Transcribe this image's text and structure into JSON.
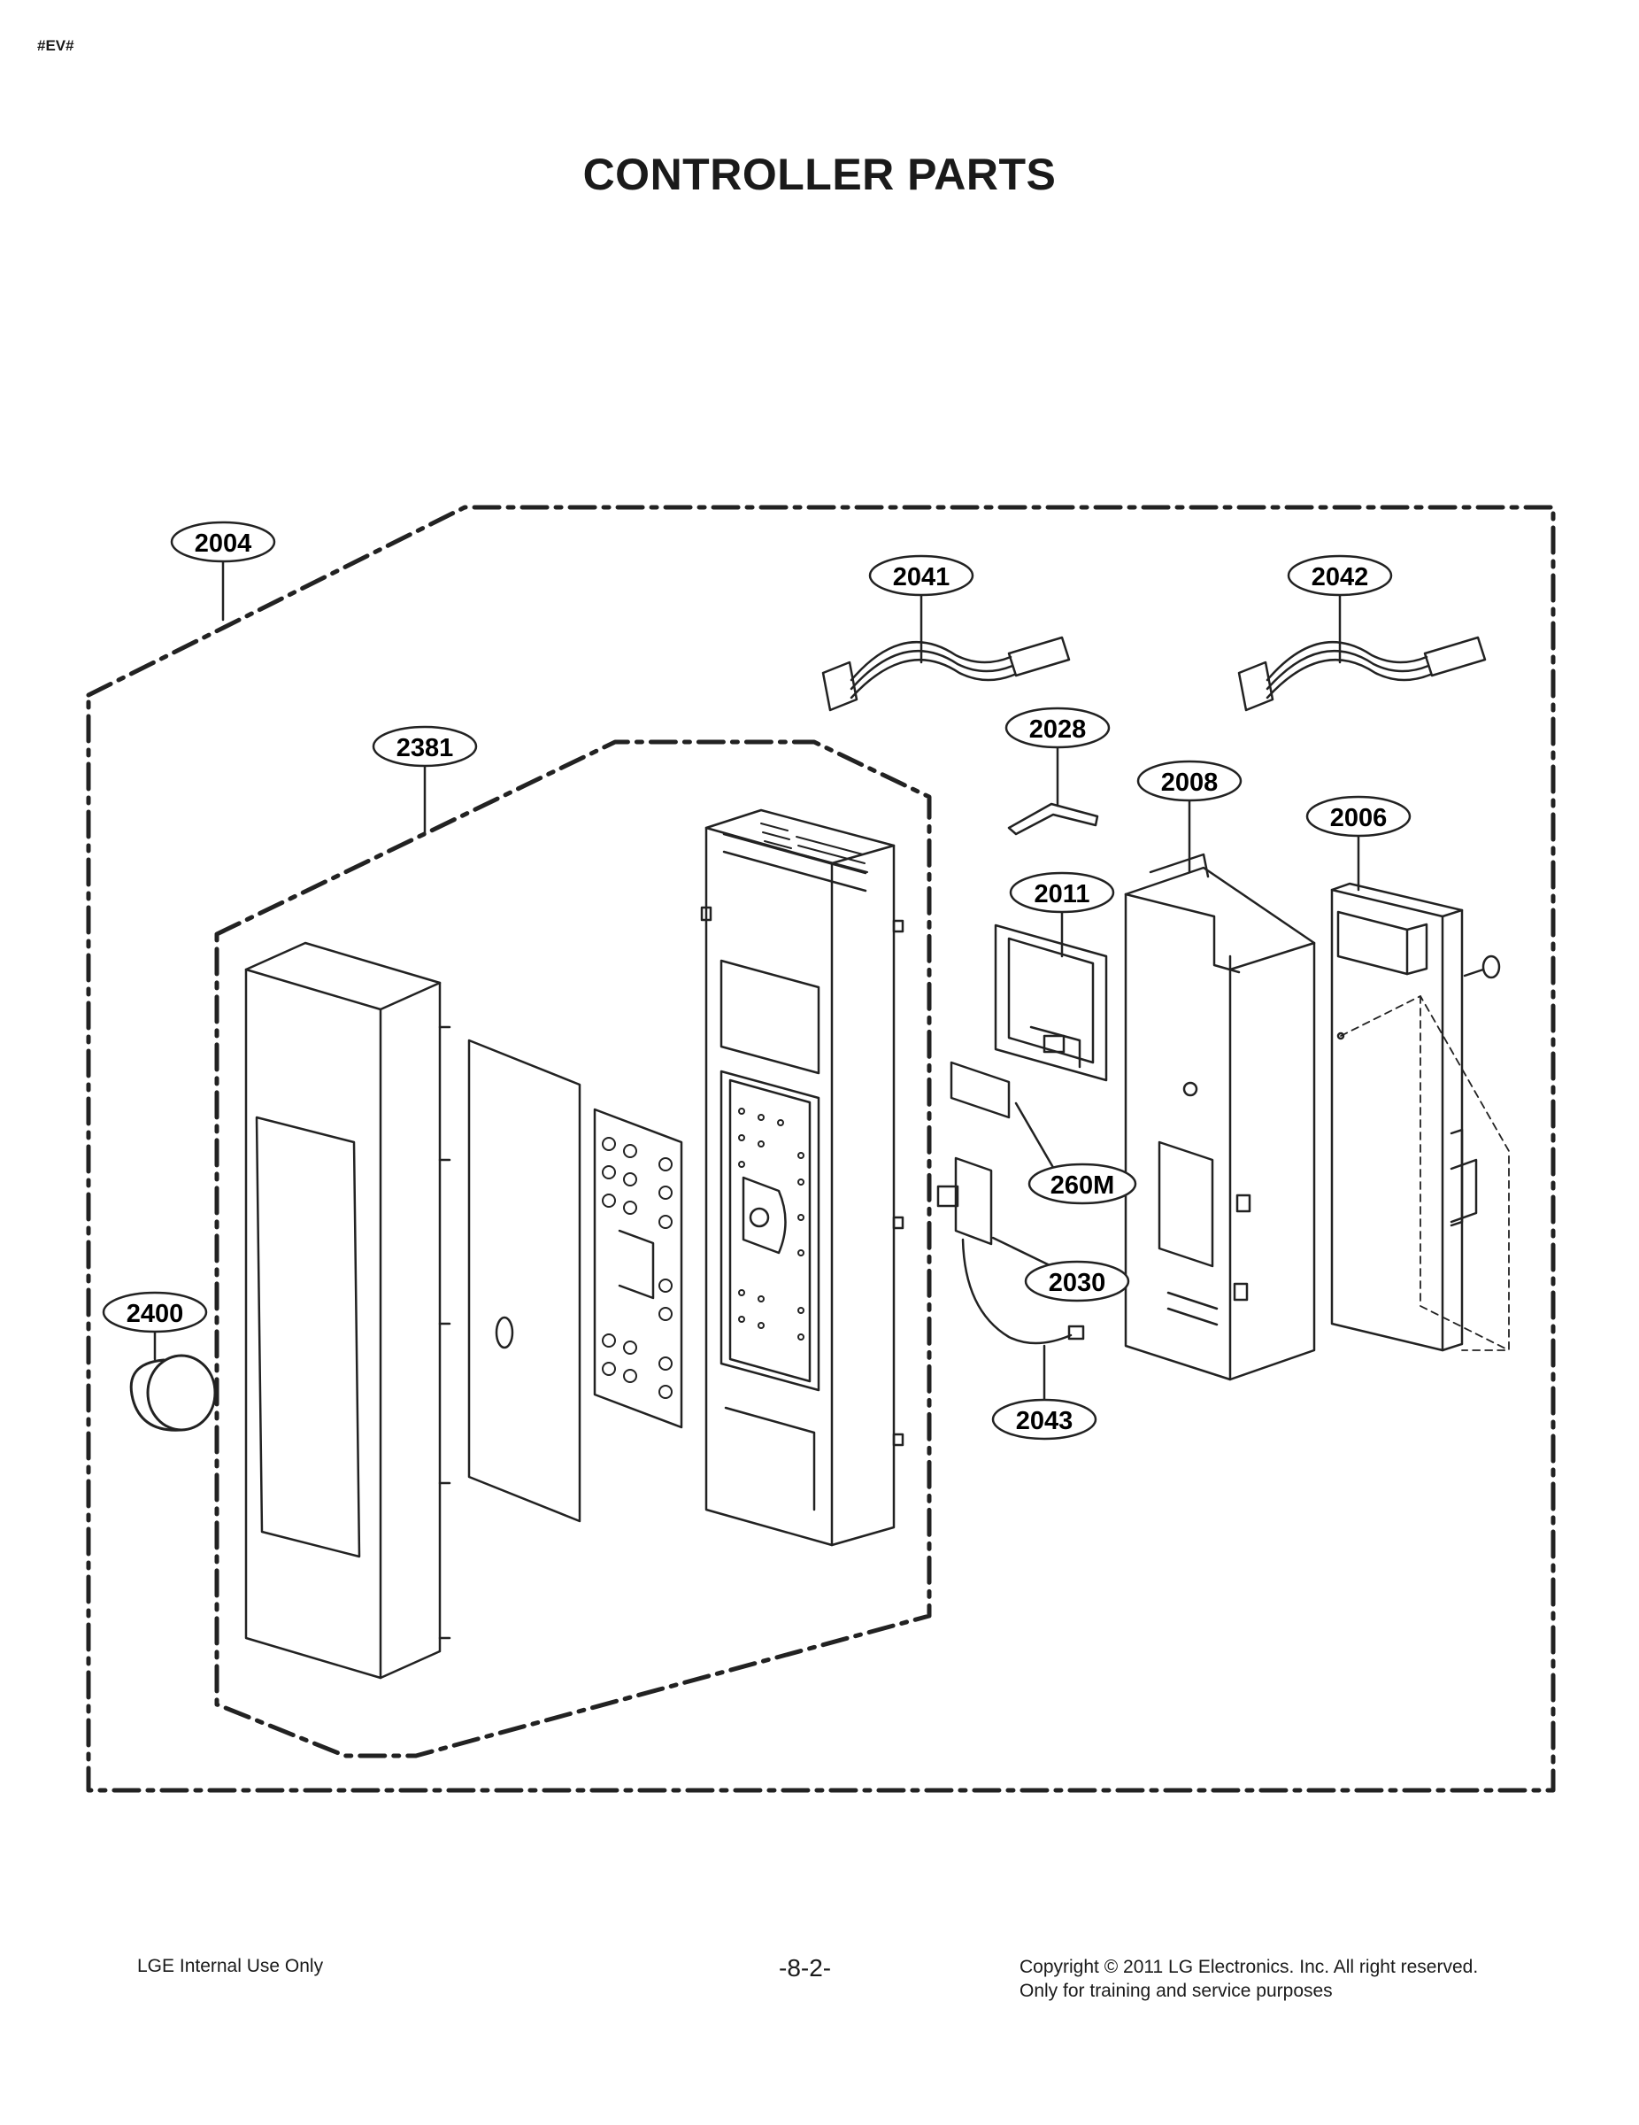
{
  "header": {
    "tag": "#EV#",
    "title": "CONTROLLER PARTS"
  },
  "parts": [
    {
      "id": "2004"
    },
    {
      "id": "2041"
    },
    {
      "id": "2042"
    },
    {
      "id": "2028"
    },
    {
      "id": "2381"
    },
    {
      "id": "2008"
    },
    {
      "id": "2006"
    },
    {
      "id": "2011"
    },
    {
      "id": "260M"
    },
    {
      "id": "2030"
    },
    {
      "id": "2400"
    },
    {
      "id": "2043"
    }
  ],
  "footer": {
    "left": "LGE Internal Use Only",
    "page": "-8-2-",
    "copyright": "Copyright © 2011 LG Electronics. Inc. All right reserved.",
    "purpose": "Only for training and service purposes"
  }
}
